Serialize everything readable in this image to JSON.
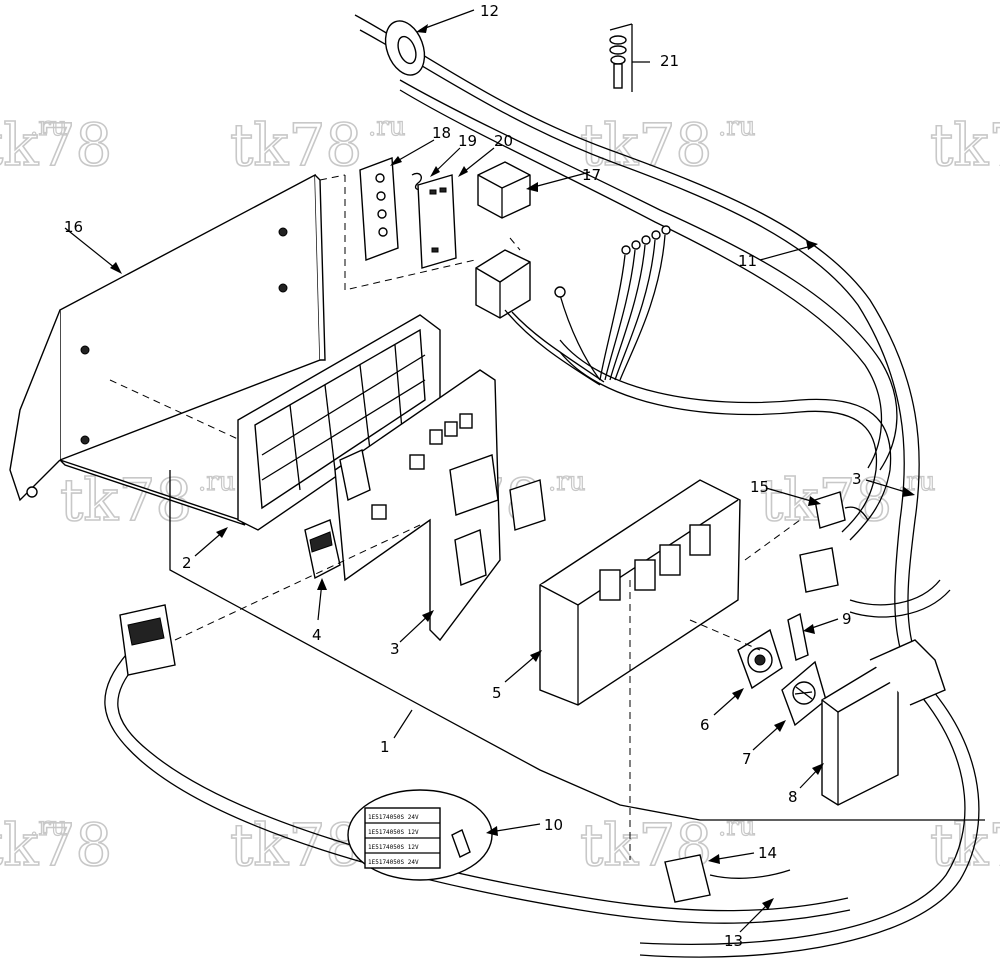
{
  "watermark": {
    "text": "tk78",
    "suffix": ".ru"
  },
  "callouts": [
    {
      "id": "c1",
      "label": "1"
    },
    {
      "id": "c2",
      "label": "2"
    },
    {
      "id": "c3a",
      "label": "3"
    },
    {
      "id": "c3b",
      "label": "3"
    },
    {
      "id": "c4",
      "label": "4"
    },
    {
      "id": "c5",
      "label": "5"
    },
    {
      "id": "c6",
      "label": "6"
    },
    {
      "id": "c7",
      "label": "7"
    },
    {
      "id": "c8",
      "label": "8"
    },
    {
      "id": "c9",
      "label": "9"
    },
    {
      "id": "c10",
      "label": "10"
    },
    {
      "id": "c11",
      "label": "11"
    },
    {
      "id": "c12",
      "label": "12"
    },
    {
      "id": "c13",
      "label": "13"
    },
    {
      "id": "c14",
      "label": "14"
    },
    {
      "id": "c15",
      "label": "15"
    },
    {
      "id": "c16",
      "label": "16"
    },
    {
      "id": "c17",
      "label": "17"
    },
    {
      "id": "c18",
      "label": "18"
    },
    {
      "id": "c19",
      "label": "19"
    },
    {
      "id": "c20",
      "label": "20"
    },
    {
      "id": "c21",
      "label": "21"
    }
  ],
  "fuse_label": [
    "1E5174050S 24V",
    "1E5174050S 12V",
    "1E5174050S 12V",
    "1E5174050S 24V"
  ]
}
